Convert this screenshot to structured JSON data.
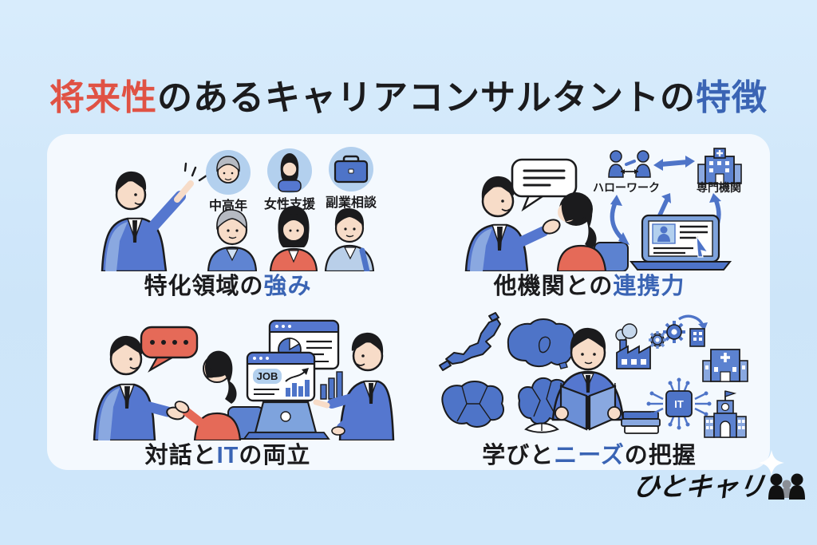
{
  "colors": {
    "page_background": "#cde5f9",
    "card_background": "#f4f9fe",
    "title_red": "#e05244",
    "accent_blue": "#3a64b4",
    "ink": "#1b1b1d",
    "illustration_blue": "#4e74c8",
    "illustration_light_blue": "#9db9e6",
    "illustration_red": "#e56a58"
  },
  "title": {
    "part1": "将来性",
    "part2": "のあるキャリアコンサルタントの",
    "part3": "特徴"
  },
  "quadrants": {
    "specialization": {
      "caption": [
        {
          "text": "特化領域の"
        },
        {
          "text": "強み"
        }
      ],
      "badges": [
        {
          "icon": "senior-face-icon",
          "label": "中高年"
        },
        {
          "icon": "woman-face-icon",
          "label": "女性支援"
        },
        {
          "icon": "briefcase-icon",
          "label": "副業相談"
        }
      ]
    },
    "collaboration": {
      "caption": [
        {
          "text": "他機関との"
        },
        {
          "text": "連携力"
        }
      ],
      "nodes": [
        {
          "icon": "referral-people-icon",
          "label": "ハローワーク"
        },
        {
          "icon": "hospital-icon",
          "label": "専門機関"
        },
        {
          "icon": "laptop-profile-icon",
          "label": ""
        }
      ]
    },
    "dialogue_it": {
      "caption": [
        {
          "text": "対話と"
        },
        {
          "text": "IT"
        },
        {
          "text": "の両立"
        }
      ],
      "job_label": "JOB"
    },
    "learning_needs": {
      "caption": [
        {
          "text": "学びと"
        },
        {
          "text": "ニーズ"
        },
        {
          "text": "の把握"
        }
      ],
      "it_chip_label": "IT"
    }
  },
  "logo": {
    "text": "ひとキャリ",
    "icon": "people-pair-icon"
  }
}
